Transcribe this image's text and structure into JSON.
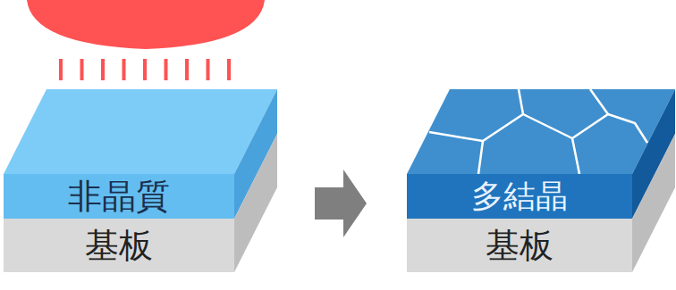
{
  "diagram": {
    "nodes": [
      {
        "text": [
          "非晶質"
        ]
      },
      {
        "text": [
          "基板"
        ]
      },
      {
        "text": [
          "多結晶"
        ]
      },
      {
        "text": [
          "基板"
        ]
      }
    ],
    "edges": [
      {
        "from": 0,
        "to": 2,
        "arrow": "to"
      }
    ]
  }
}
